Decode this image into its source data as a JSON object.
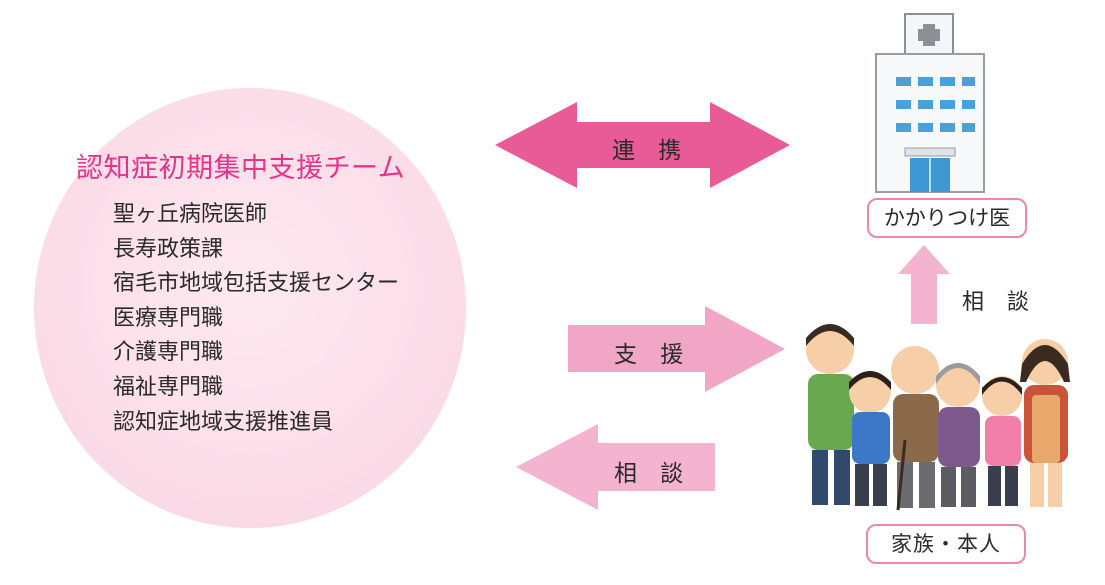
{
  "team": {
    "title": "認知症初期集中支援チーム",
    "members": [
      "聖ヶ丘病院医師",
      "長寿政策課",
      "宿毛市地域包括支援センター",
      "医療専門職",
      "介護専門職",
      "福祉専門職",
      "認知症地域支援推進員"
    ]
  },
  "arrows": {
    "cooperation": "連 携",
    "support": "支 援",
    "consult_left": "相 談",
    "consult_up": "相 談"
  },
  "hospital": {
    "label": "かかりつけ医"
  },
  "family": {
    "label": "家族・本人"
  },
  "colors": {
    "title_magenta": "#e5338a",
    "cooperation_arrow": "#e85b97",
    "support_arrow": "#f1a6c5",
    "consult_arrow": "#f4b3ce",
    "circle_fill": "#fbdde8",
    "tag_border": "#ee86ac"
  }
}
